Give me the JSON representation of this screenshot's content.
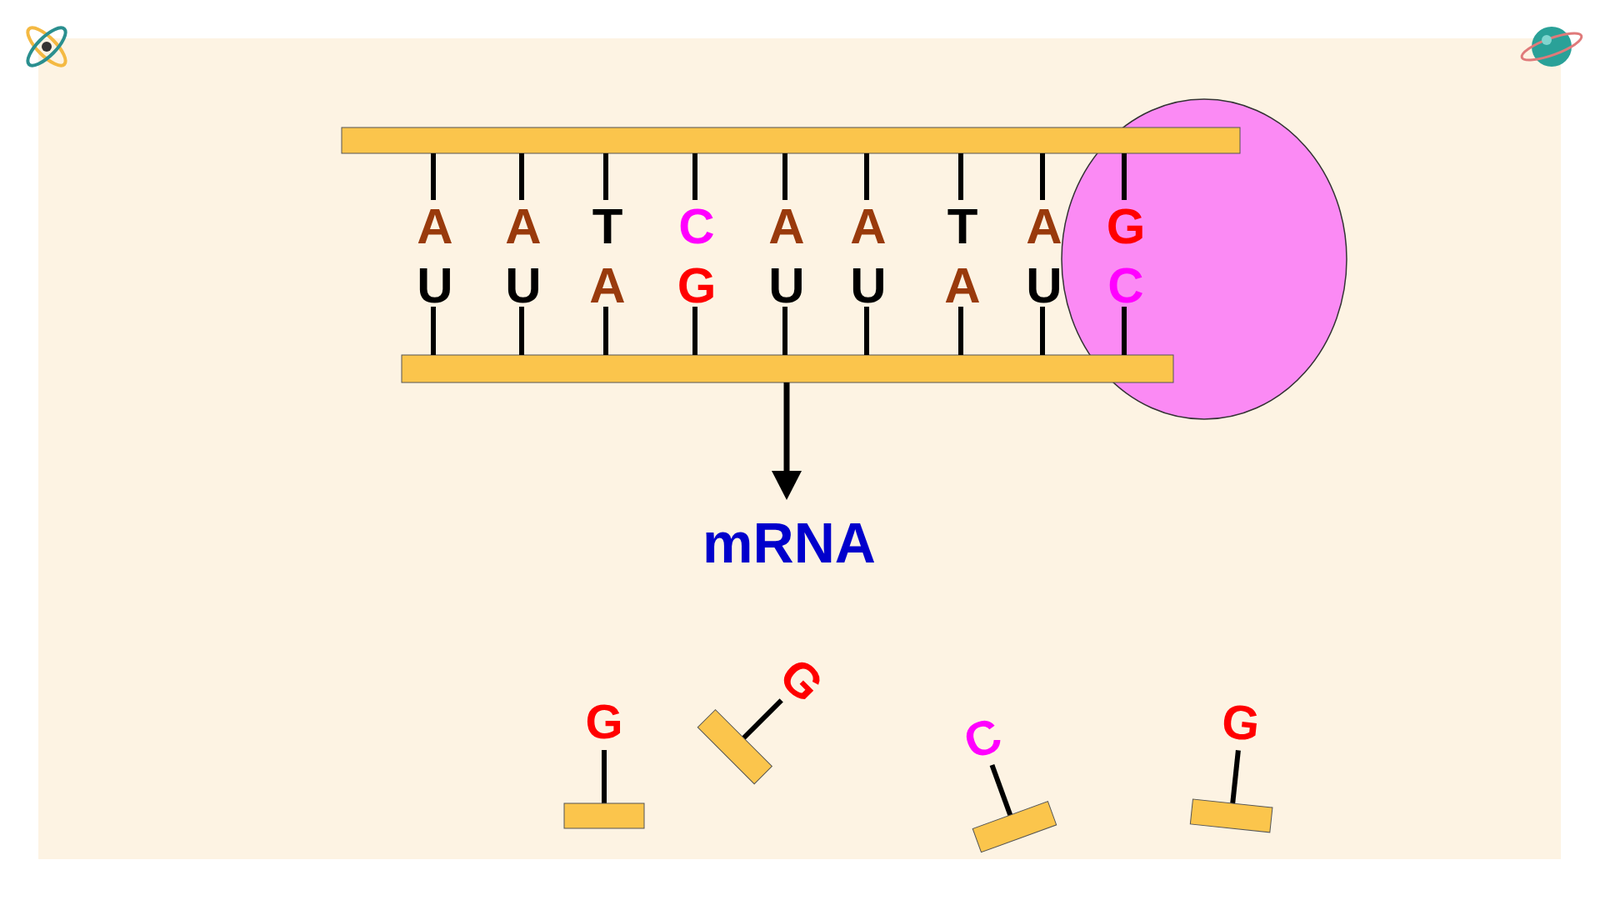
{
  "diagram": {
    "labels": [
      "A",
      "A",
      "T",
      "C",
      "A",
      "A",
      "T",
      "A",
      "G",
      "U",
      "U",
      "A",
      "G",
      "U",
      "U",
      "A",
      "U",
      "C",
      "mRNA",
      "G",
      "G",
      "C",
      "G"
    ]
  }
}
